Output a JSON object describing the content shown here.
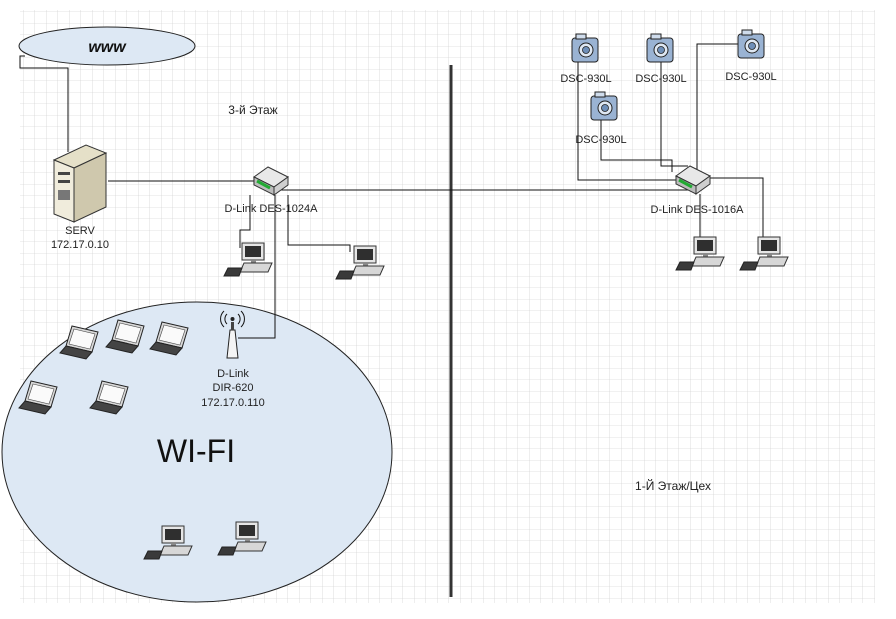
{
  "internet": {
    "label": "www"
  },
  "server": {
    "name": "SERV",
    "ip": "172.17.0.10"
  },
  "switch_top": {
    "label": "D-Link DES-1024A"
  },
  "switch_bottom": {
    "label": "D-Link DES-1016A"
  },
  "router": {
    "line1": "D-Link",
    "line2": "DIR-620",
    "ip": "172.17.0.110"
  },
  "floors": {
    "upper": "3-й Этаж",
    "lower": "1-Й Этаж/Цех"
  },
  "wifi": {
    "label": "WI-FI"
  },
  "cameras": [
    {
      "label": "DSC-930L"
    },
    {
      "label": "DSC-930L"
    },
    {
      "label": "DSC-930L"
    },
    {
      "label": "DSC-930L"
    }
  ]
}
